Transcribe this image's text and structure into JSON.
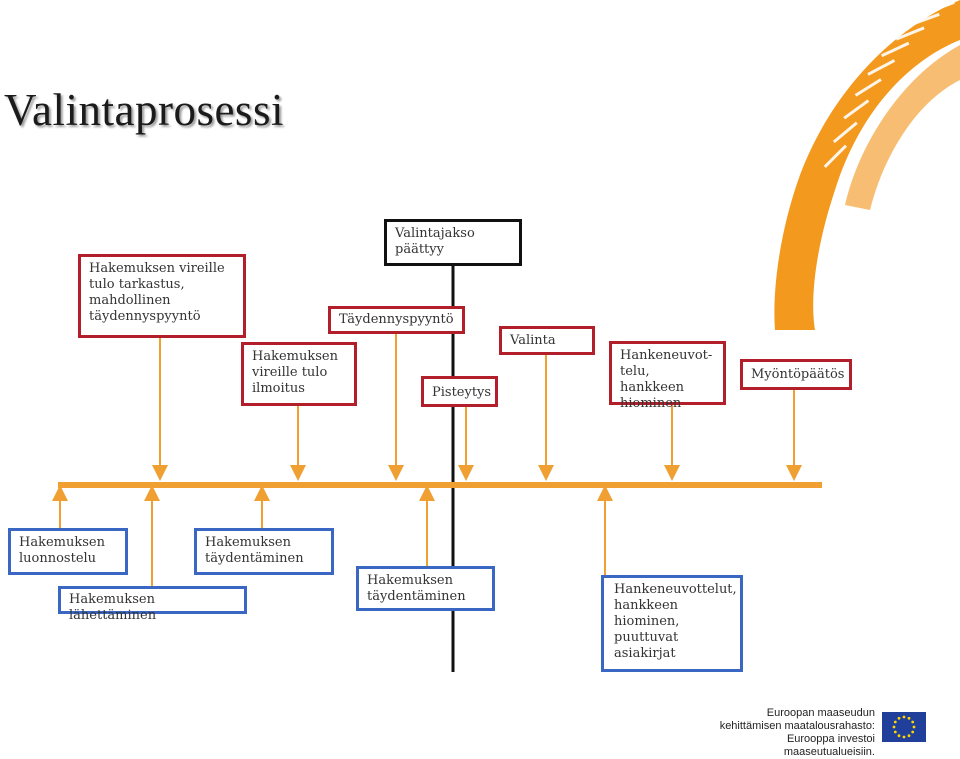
{
  "title": "Valintaprosessi",
  "colors": {
    "applicant_process": "#b21f2a",
    "applicant_boxes": "#3a66c4",
    "arrows": "#f0a033",
    "timeline": "#f0a033",
    "brand_orange": "#f39a1e"
  },
  "authority_steps": [
    {
      "text": "Hakemuksen vireille\ntulo tarkastus,\nmahdollinen\ntäydennyspyyntö"
    },
    {
      "text": "Hakemuksen\nvireille tulo\nilmoitus"
    },
    {
      "text": "Täydennyspyyntö"
    },
    {
      "text": "Valintajakso\npäättyy"
    },
    {
      "text": "Pisteytys"
    },
    {
      "text": "Valinta"
    },
    {
      "text": "Hankeneuvot-\ntelu, hankkeen\nhiominen"
    },
    {
      "text": "Myöntöpäätös"
    }
  ],
  "applicant_steps": [
    {
      "text": "Hakemuksen\nluonnostelu"
    },
    {
      "text": "Hakemuksen lähettäminen"
    },
    {
      "text": "Hakemuksen\ntäydentäminen"
    },
    {
      "text": "Hakemuksen\ntäydentäminen"
    },
    {
      "text": "Hankeneuvottelut,\nhankkeen\nhiominen,\npuuttuvat\nasiakirjat"
    }
  ],
  "footer": {
    "line1": "Euroopan maaseudun",
    "line2": "kehittämisen maatalousrahasto:",
    "line3": "Eurooppa investoi maaseutualueisiin."
  },
  "icons": {
    "logo": "rural-development-swirl-logo",
    "flag": "eu-flag-icon"
  }
}
